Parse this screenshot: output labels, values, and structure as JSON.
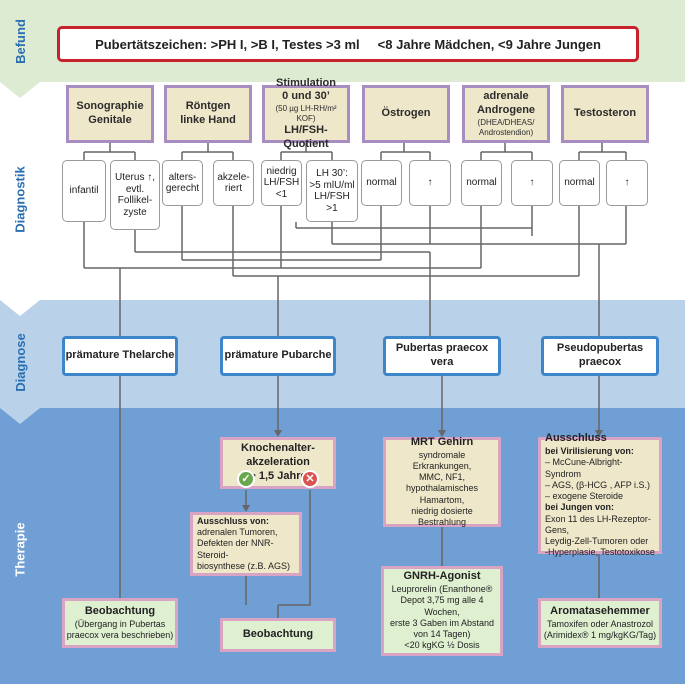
{
  "labels": {
    "befund": "Befund",
    "diagnostik": "Diagnostik",
    "diagnose": "Diagnose",
    "therapie": "Therapie"
  },
  "befund_text": "Pubertätszeichen: >PH I, >B I, Testes >3 ml     <8 Jahre Mädchen, <9 Jahre Jungen",
  "tests": [
    {
      "l1": "Sonographie",
      "l2": "Genitale"
    },
    {
      "l1": "Röntgen",
      "l2": "linke Hand"
    },
    {
      "l1": "Stimulation",
      "l2": "0 und 30’",
      "sm": "(50 µg LH-RH/m² KOF)",
      "l3": "LH/FSH-Quotient"
    },
    {
      "l1": "Östrogen"
    },
    {
      "l1": "adrenale",
      "l2": "Androgene",
      "sm": "(DHEA/DHEAS/",
      "sm2": "Androstendion)"
    },
    {
      "l1": "Testosteron"
    }
  ],
  "results": {
    "infantil": "infantil",
    "uterus": [
      "Uterus ↑,",
      "evtl.",
      "Follikel-",
      "zyste"
    ],
    "alters": [
      "alters-",
      "gerecht"
    ],
    "akzel": [
      "akzele-",
      "riert"
    ],
    "niedrig": [
      "niedrig",
      "LH/FSH",
      "<1"
    ],
    "lh30": [
      "LH 30’:",
      ">5 mlU/ml",
      "LH/FSH",
      ">1"
    ],
    "normal": "normal",
    "up": "↑"
  },
  "diagnoses": [
    "prämature Thelarche",
    "prämature Pubarche",
    [
      "Pubertas praecox",
      "vera"
    ],
    [
      "Pseudopubertas",
      "praecox"
    ]
  ],
  "therapy": {
    "knochen": [
      "Knochenalter-",
      "akzeleration",
      "> 1,5 Jahre"
    ],
    "ausschluss1": {
      "t": "Ausschluss von:",
      "lines": [
        "adrenalen Tumoren,",
        "Defekten der NNR-Steroid-",
        "biosynthese (z.B. AGS)"
      ]
    },
    "mrt": {
      "t": "MRT Gehirn",
      "lines": [
        "syndromale Erkrankungen,",
        "MMC, NF1,",
        "hypothalamisches Hamartom,",
        "niedrig dosierte Bestrahlung"
      ]
    },
    "ausschluss2": {
      "t": "Ausschluss",
      "b1": "bei Virilisierung von:",
      "l1": [
        "– McCune-Albright-Syndrom",
        "– AGS, (β-HCG , AFP i.S.)",
        "– exogene Steroide"
      ],
      "b2": "bei Jungen von:",
      "l2": [
        "Exon 11 des LH-Rezeptor-Gens,",
        "Leydig-Zell-Tumoren oder",
        "-Hyperplasie, Testotoxikose"
      ]
    },
    "beob1": {
      "t": "Beobachtung",
      "lines": [
        "(Übergang in Pubertas",
        "praecox vera beschrieben)"
      ]
    },
    "beob2": {
      "t": "Beobachtung"
    },
    "gnrh": {
      "t": "GNRH-Agonist",
      "lines": [
        "Leuprorelin (Enanthone®",
        "Depot 3,75 mg alle 4 Wochen,",
        "erste 3 Gaben im Abstand",
        "von 14 Tagen)",
        "<20 kgKG ½ Dosis"
      ]
    },
    "aroma": {
      "t": "Aromatasehemmer",
      "lines": [
        "Tamoxifen oder Anastrozol",
        "(Arimidex® 1 mg/kgKG/Tag)"
      ]
    }
  },
  "colors": {
    "bg": "#c9dde8",
    "befund_band": "#dcebd2",
    "diagnose_band": "#b9d2ea",
    "therapie_band": "#6f9fd4",
    "red": "#c8232c",
    "check": "#6aa84f",
    "cross": "#d9534f"
  }
}
